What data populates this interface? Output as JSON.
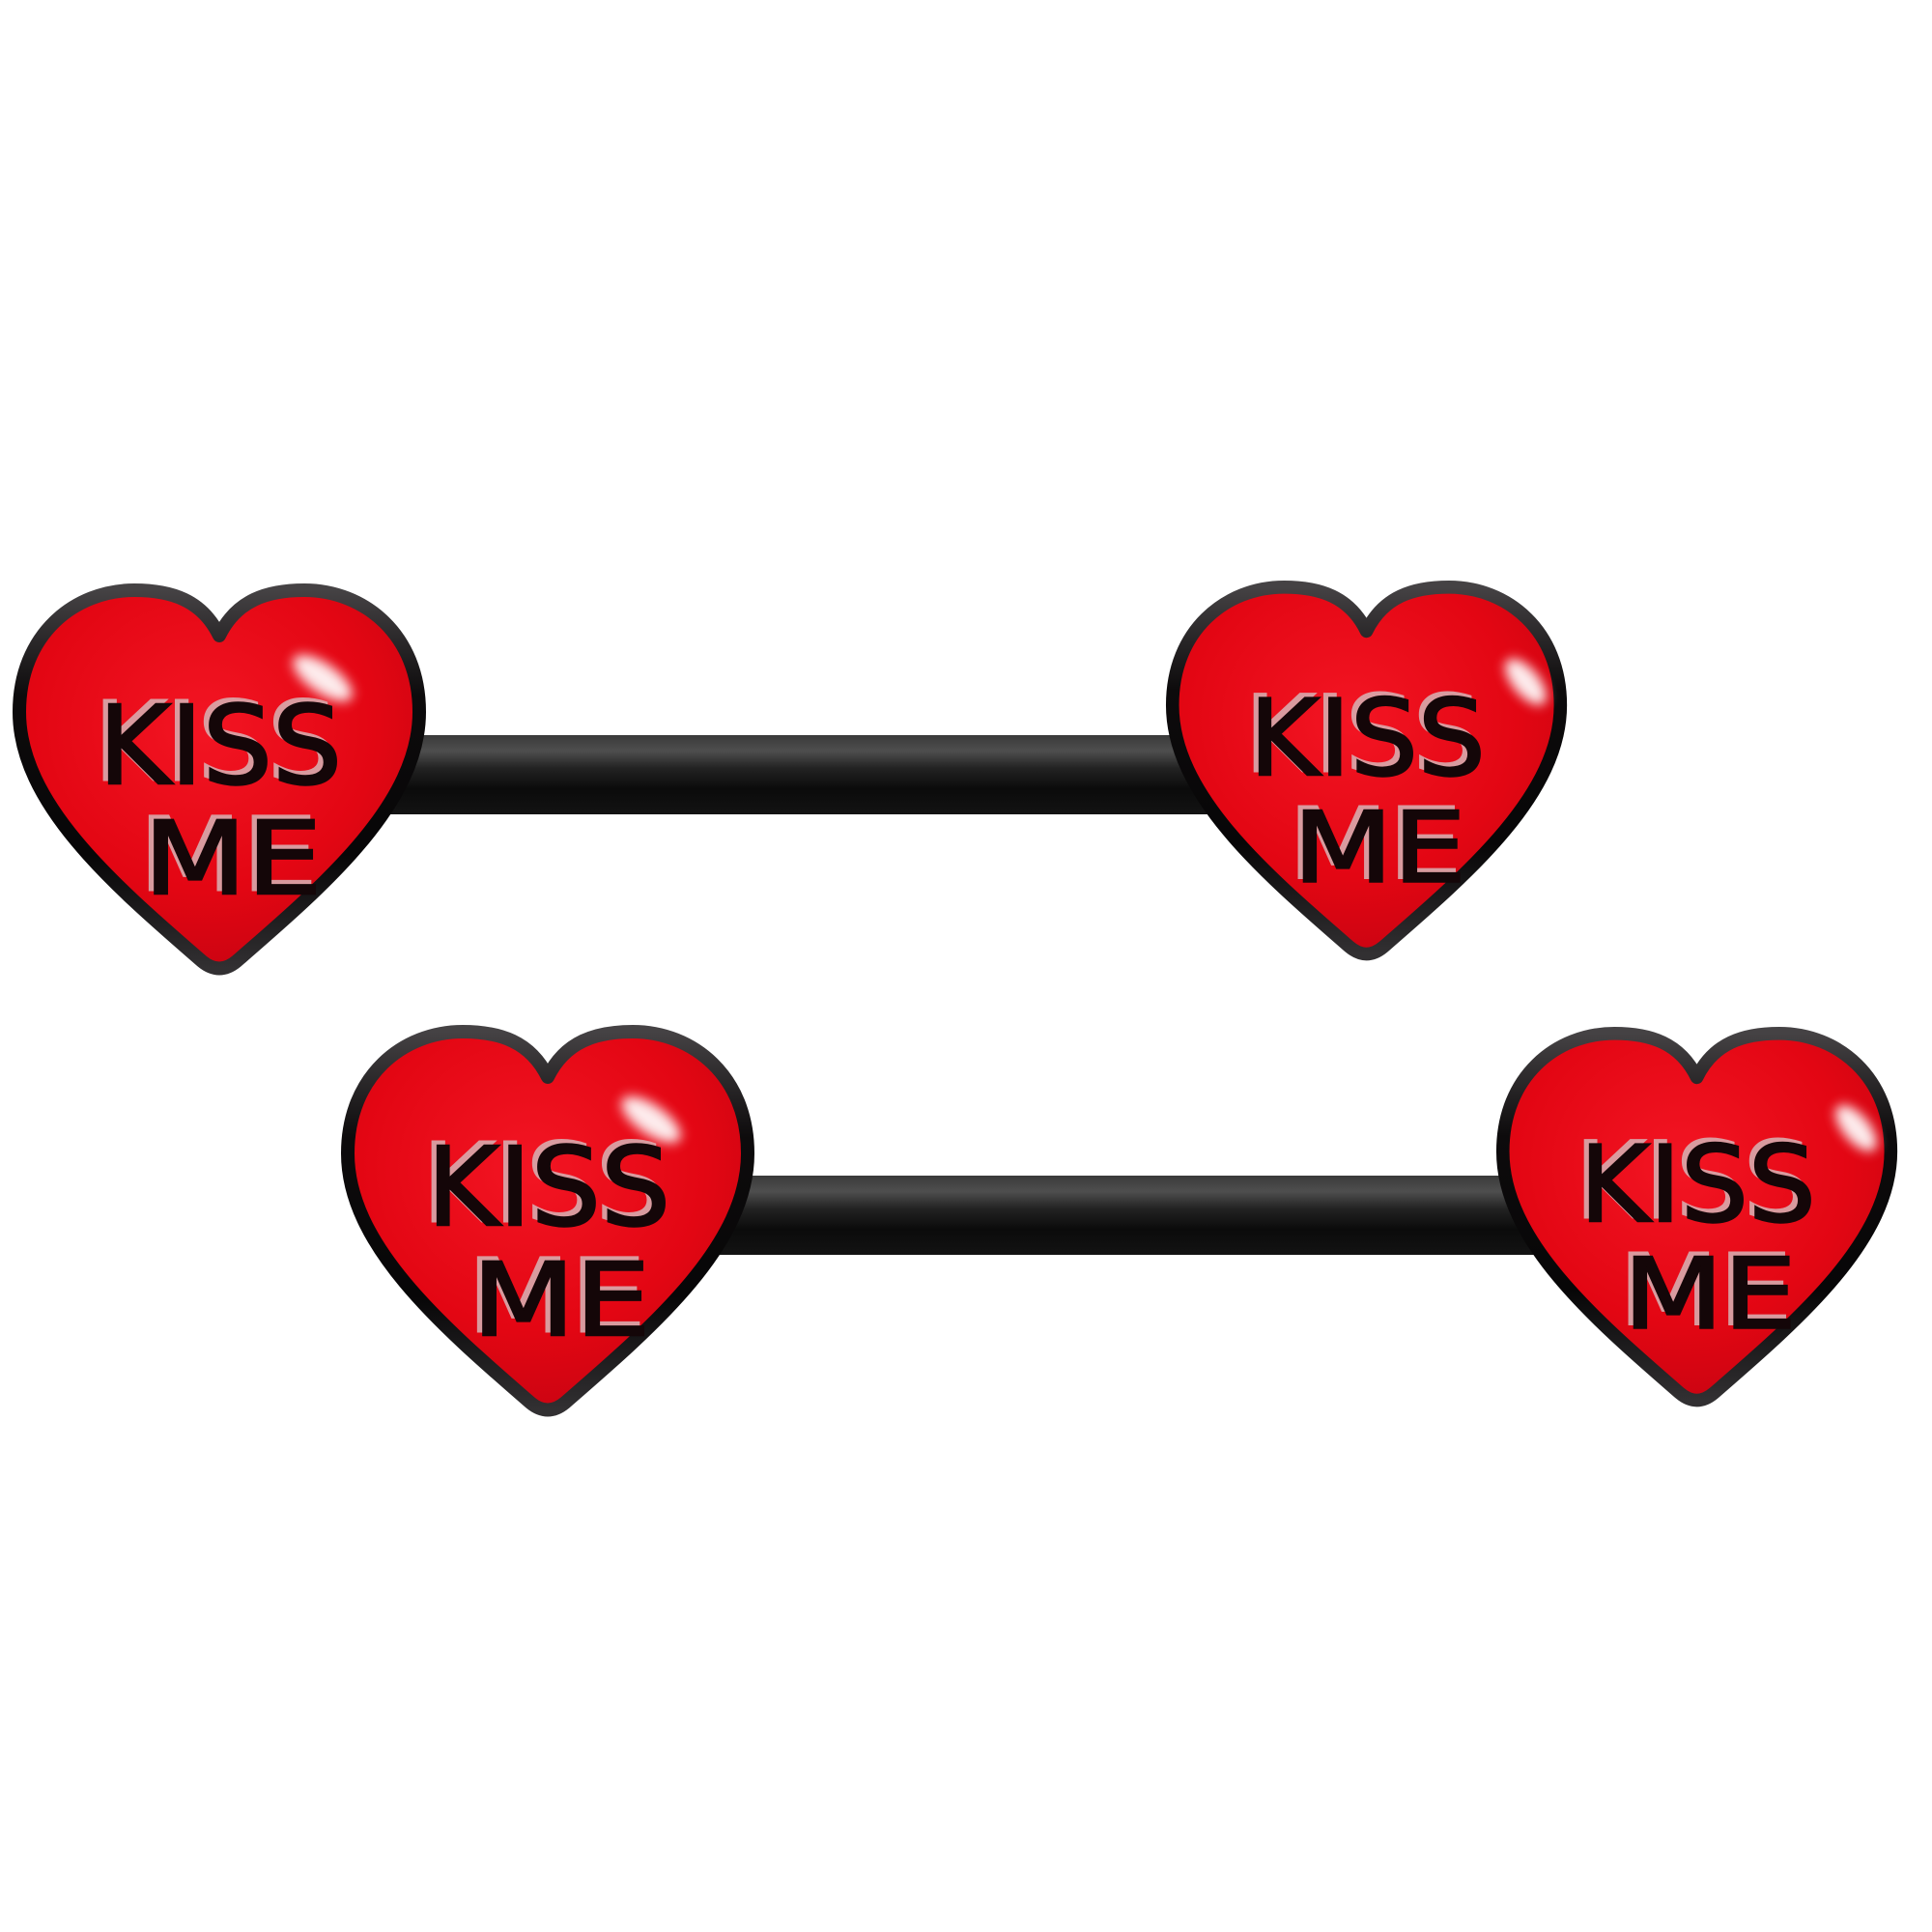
{
  "scene": {
    "background": "#ffffff",
    "product": "pair of black barbells with red heart ends",
    "barbell_count": 2,
    "hearts_per_barbell": 2
  },
  "colors": {
    "heart_red_bright": "#f31523",
    "heart_red": "#e30613",
    "heart_red_deep": "#bd0310",
    "outline_black": "#0d0b0c",
    "rim_glint": "#454244",
    "bar_light": "#4e4e4e",
    "bar_mid": "#222222",
    "bar_dark": "#0b0b0b",
    "emboss_dark": "#140608",
    "emboss_sheen": "#d8abae",
    "specular_white": "#ffffff"
  },
  "heart_label": {
    "line1": "KISS",
    "line2": "ME"
  },
  "barbells": [
    {
      "id": "top-barbell",
      "left_heart_text": "KISS ME",
      "right_heart_text": "KISS ME"
    },
    {
      "id": "bottom-barbell",
      "left_heart_text": "KISS ME",
      "right_heart_text": "KISS ME"
    }
  ]
}
